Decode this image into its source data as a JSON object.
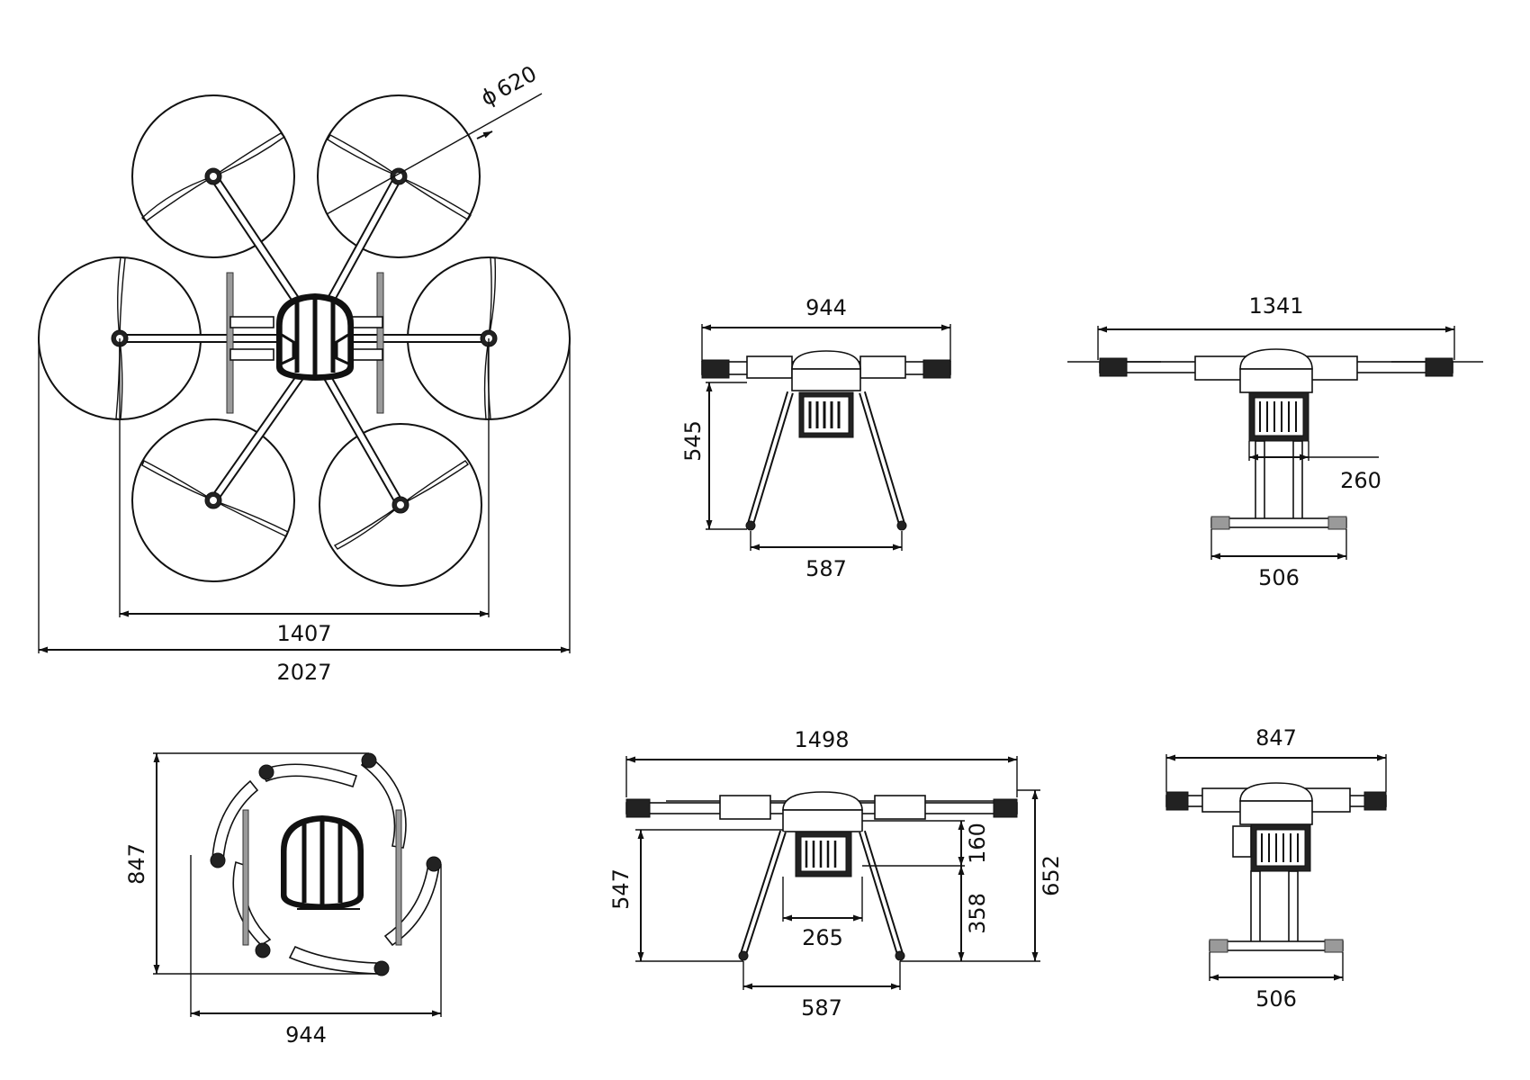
{
  "dimensions": {
    "rotor_diameter": "620",
    "diameter_symbol": "ϕ",
    "top_inner_span": "1407",
    "top_overall_span": "2027",
    "front_width": "944",
    "front_height": "545",
    "front_gear_span": "587",
    "side_width": "1341",
    "side_tank_width": "260",
    "side_skid_span": "506",
    "folded_depth": "847",
    "folded_width": "944",
    "unfolded_front_width": "1498",
    "unfolded_front_clearance": "547",
    "unfolded_front_payload": "265",
    "unfolded_front_body": "160",
    "unfolded_front_leg": "358",
    "unfolded_front_height": "652",
    "unfolded_front_gear_span": "587",
    "unfolded_side_width": "847",
    "unfolded_side_skid_span": "506"
  },
  "views": [
    "top-view",
    "front-view",
    "side-view",
    "folded-top-view",
    "front-view-2",
    "side-view-2"
  ]
}
